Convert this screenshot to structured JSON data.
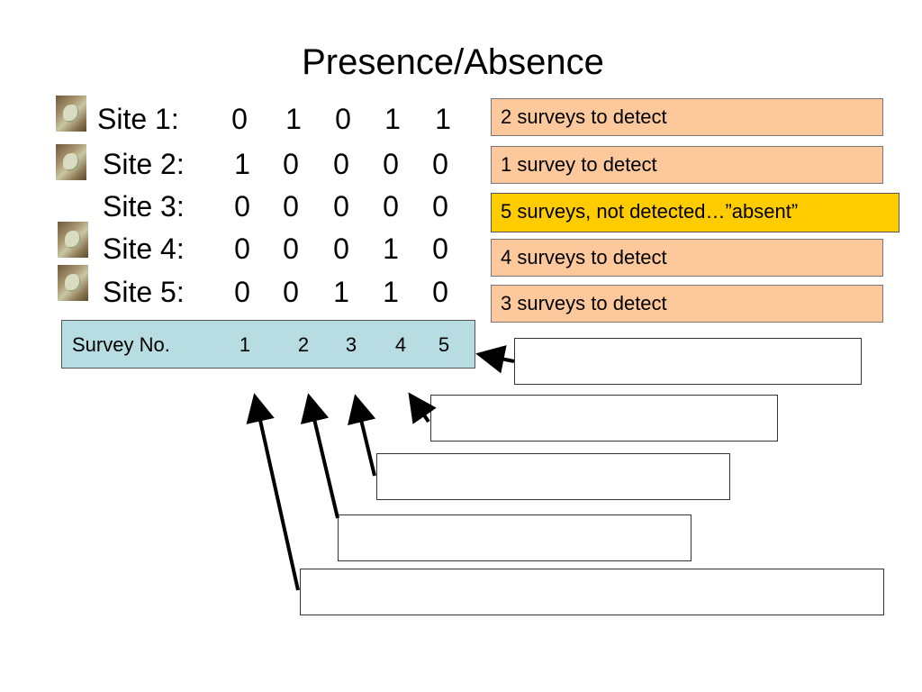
{
  "title": "Presence/Absence",
  "sites": [
    {
      "label": "Site 1:",
      "values": [
        "0",
        "1",
        "0",
        "1",
        "1"
      ],
      "frog": true
    },
    {
      "label": "Site 2:",
      "values": [
        "1",
        "0",
        "0",
        "0",
        "0"
      ],
      "frog": true
    },
    {
      "label": "Site 3:",
      "values": [
        "0",
        "0",
        "0",
        "0",
        "0"
      ],
      "frog": false
    },
    {
      "label": "Site 4:",
      "values": [
        "0",
        "0",
        "0",
        "1",
        "0"
      ],
      "frog": true
    },
    {
      "label": "Site 5:",
      "values": [
        "0",
        "0",
        "1",
        "1",
        "0"
      ],
      "frog": true
    }
  ],
  "notes": [
    {
      "text": "2 surveys to detect",
      "highlight": false
    },
    {
      "text": "1 survey  to detect",
      "highlight": false
    },
    {
      "text": "5 surveys, not detected…”absent”",
      "highlight": true
    },
    {
      "text": "4 surveys  to detect",
      "highlight": false
    },
    {
      "text": "3 surveys  to detect",
      "highlight": false
    }
  ],
  "survey": {
    "label": "Survey No.",
    "numbers": [
      "1",
      "2",
      "3",
      "4",
      "5"
    ]
  },
  "colors": {
    "note_fill": "#fdc89b",
    "note_highlight": "#ffcc00",
    "survey_bar": "#b7dde2"
  }
}
